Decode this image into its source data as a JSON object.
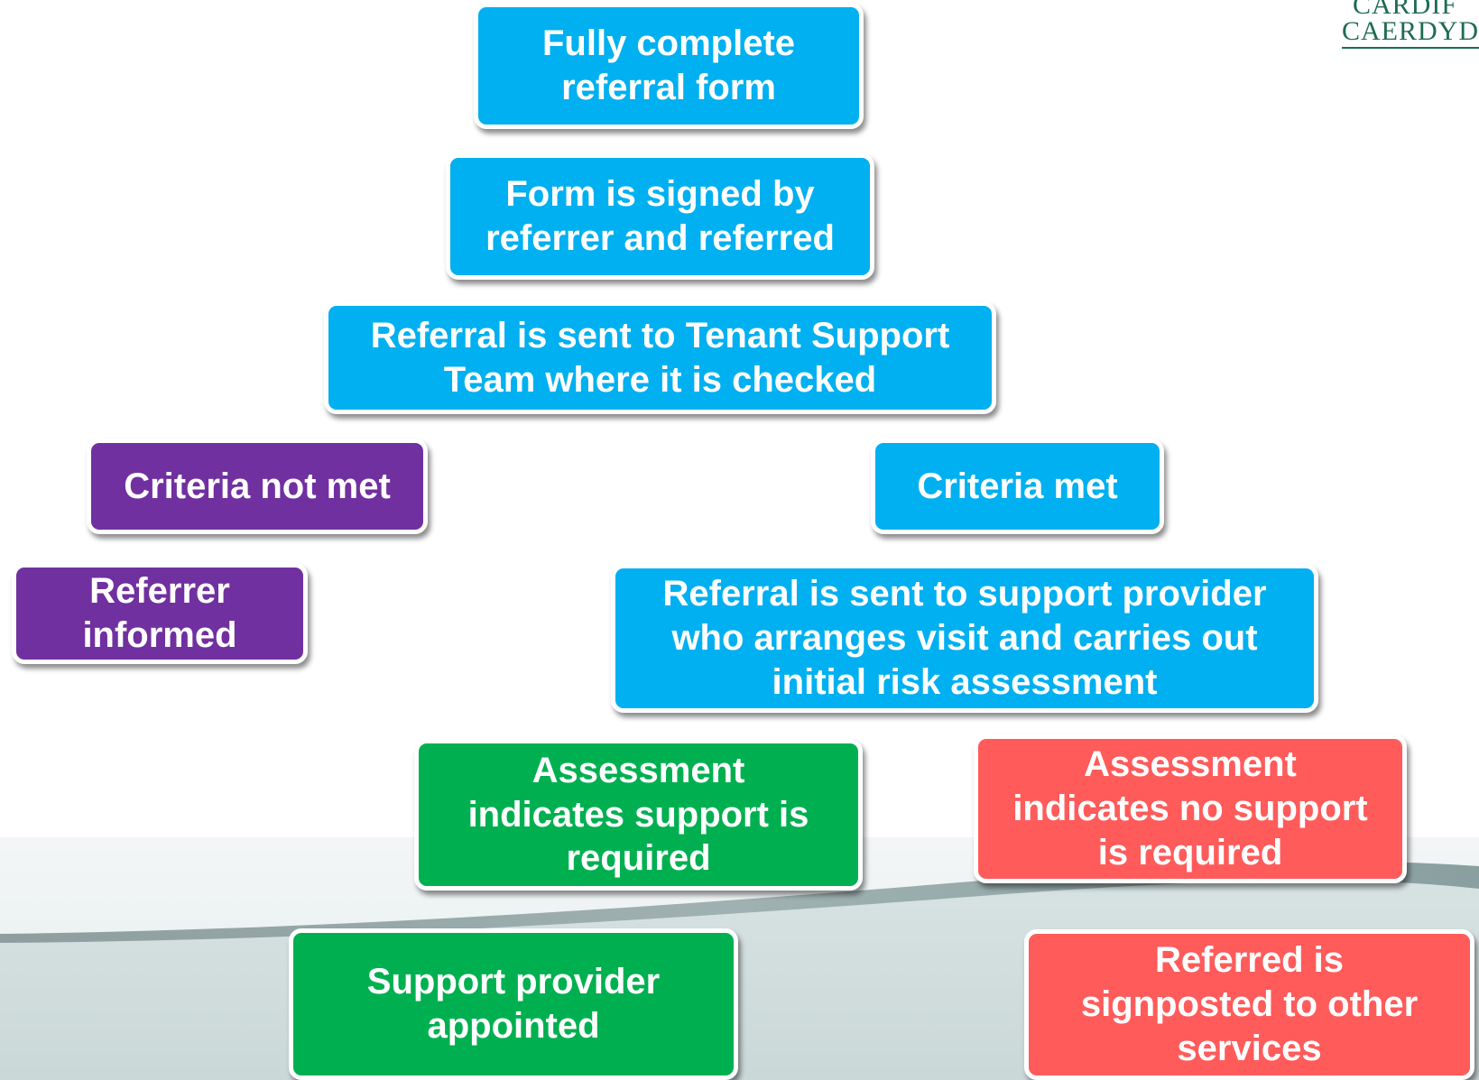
{
  "logo": {
    "line1": "CARDIF",
    "line2": "CAERDYDD"
  },
  "nodes": {
    "fully_complete": "Fully complete referral form",
    "form_signed": "Form is signed by referrer and referred",
    "sent_tst": "Referral is sent to Tenant Support Team where it is checked",
    "criteria_not_met": "Criteria not met",
    "criteria_met": "Criteria met",
    "referrer_informed": "Referrer informed",
    "sent_provider": "Referral is sent to support provider who arranges visit and carries out initial risk assessment",
    "support_required": "Assessment indicates support is required",
    "no_support_required": "Assessment indicates no support is required",
    "provider_appointed": "Support provider appointed",
    "signposted": "Referred is signposted to other services"
  },
  "colors": {
    "blue": "#00b0f0",
    "purple": "#7030a0",
    "green": "#00b050",
    "red": "#ff5b5b"
  }
}
